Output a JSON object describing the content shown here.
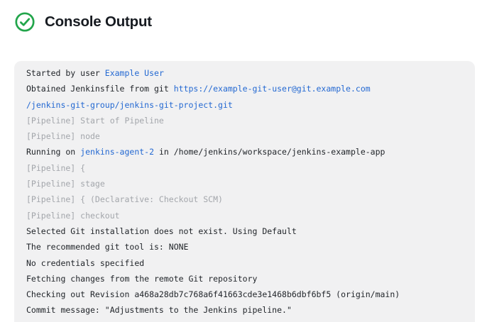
{
  "header": {
    "title": "Console Output",
    "status_icon": "check-circle-icon",
    "status": "success"
  },
  "colors": {
    "success_green": "#22a54b",
    "link_blue": "#2469d2",
    "console_background": "#f1f1f2",
    "log_text": "#1f2328",
    "pipeline_muted": "#a3a6ab",
    "title_text": "#171b21"
  },
  "console": {
    "lines": [
      [
        {
          "text": "Started by user ",
          "style": "plain"
        },
        {
          "text": "Example User",
          "style": "link"
        }
      ],
      [
        {
          "text": "Obtained Jenkinsfile from git ",
          "style": "plain"
        },
        {
          "text": "https://example-git-user@git.example.com",
          "style": "link"
        }
      ],
      [
        {
          "text": "/jenkins-git-group/jenkins-git-project.git",
          "style": "link"
        }
      ],
      [
        {
          "text": "[Pipeline] Start of Pipeline",
          "style": "muted"
        }
      ],
      [
        {
          "text": "[Pipeline] node",
          "style": "muted"
        }
      ],
      [
        {
          "text": "Running on ",
          "style": "plain"
        },
        {
          "text": "jenkins-agent-2",
          "style": "link"
        },
        {
          "text": " in /home/jenkins/workspace/jenkins-example-app",
          "style": "plain"
        }
      ],
      [
        {
          "text": "[Pipeline] {",
          "style": "muted"
        }
      ],
      [
        {
          "text": "[Pipeline] stage",
          "style": "muted"
        }
      ],
      [
        {
          "text": "[Pipeline] { (Declarative: Checkout SCM)",
          "style": "muted"
        }
      ],
      [
        {
          "text": "[Pipeline] checkout",
          "style": "muted"
        }
      ],
      [
        {
          "text": "Selected Git installation does not exist. Using Default",
          "style": "plain"
        }
      ],
      [
        {
          "text": "The recommended git tool is: NONE",
          "style": "plain"
        }
      ],
      [
        {
          "text": "No credentials specified",
          "style": "plain"
        }
      ],
      [
        {
          "text": "Fetching changes from the remote Git repository",
          "style": "plain"
        }
      ],
      [
        {
          "text": "Checking out Revision a468a28db7c768a6f41663cde3e1468b6dbf6bf5 (origin/main)",
          "style": "plain"
        }
      ],
      [
        {
          "text": "Commit message: \"Adjustments to the Jenkins pipeline.\"",
          "style": "plain"
        }
      ]
    ]
  }
}
